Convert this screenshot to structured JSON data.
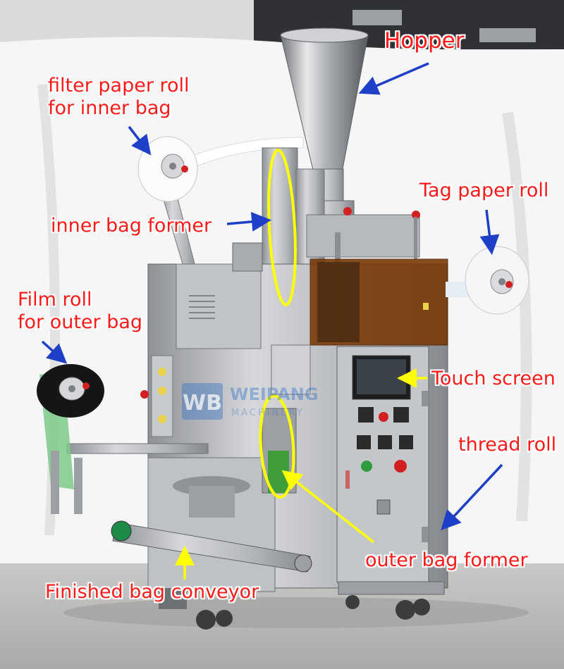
{
  "labels": {
    "hopper": "Hopper",
    "filter_paper_roll_1": "filter paper roll",
    "filter_paper_roll_2": "for inner bag",
    "inner_bag_former": "inner bag former",
    "tag_paper_roll": "Tag paper roll",
    "film_roll_1": "Film roll",
    "film_roll_2": "for outer bag",
    "touch_screen": "Touch screen",
    "thread_roll": "thread roll",
    "outer_bag_former": "outer bag former",
    "finished_bag_conveyor": "Finished bag conveyor"
  },
  "watermark": {
    "letters": "WB",
    "brand": "WEIPANG",
    "sub": "MACHINERY"
  },
  "colors": {
    "label_text": "#ff1a1a",
    "arrow_blue": "#1e3fc7",
    "arrow_yellow": "#ffff00",
    "highlight_ellipse": "#ffff00",
    "steel": "#b9bcc0",
    "tinted_cover": "#7a3b08",
    "backdrop": "#f4f4f4",
    "floor": "#b4b5b3"
  }
}
